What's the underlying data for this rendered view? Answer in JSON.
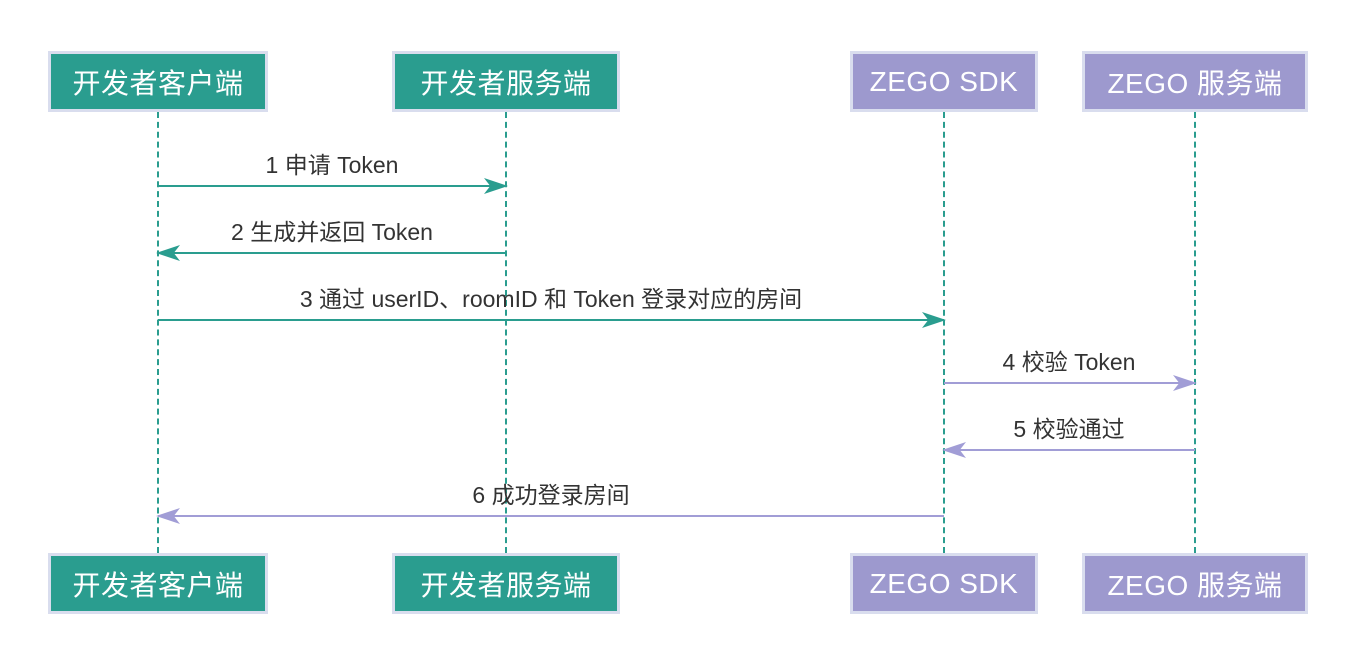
{
  "diagram": {
    "type": "sequence-diagram",
    "background": "#ffffff"
  },
  "colors": {
    "actor_green_bg": "#2a9d8f",
    "actor_purple_bg": "#9d99ce",
    "actor_border": "#d9ddee",
    "actor_text": "#ffffff",
    "lifeline_green": "#2a9d8f",
    "arrow_green": "#2a9d8f",
    "arrow_purple": "#a19dd6",
    "message_text": "#333333"
  },
  "actors": [
    {
      "id": "dev-client",
      "label": "开发者客户端",
      "color": "green"
    },
    {
      "id": "dev-server",
      "label": "开发者服务端",
      "color": "green"
    },
    {
      "id": "zego-sdk",
      "label": "ZEGO SDK",
      "color": "purple"
    },
    {
      "id": "zego-server",
      "label": "ZEGO 服务端",
      "color": "purple"
    }
  ],
  "messages": [
    {
      "seq": 1,
      "label": "1 申请 Token",
      "from": "dev-client",
      "to": "dev-server",
      "direction": "right",
      "color": "green"
    },
    {
      "seq": 2,
      "label": "2 生成并返回 Token",
      "from": "dev-server",
      "to": "dev-client",
      "direction": "left",
      "color": "green"
    },
    {
      "seq": 3,
      "label": "3 通过 userID、roomID 和 Token 登录对应的房间",
      "from": "dev-client",
      "to": "zego-sdk",
      "direction": "right",
      "color": "green"
    },
    {
      "seq": 4,
      "label": "4 校验 Token",
      "from": "zego-sdk",
      "to": "zego-server",
      "direction": "right",
      "color": "purple"
    },
    {
      "seq": 5,
      "label": "5 校验通过",
      "from": "zego-server",
      "to": "zego-sdk",
      "direction": "left",
      "color": "purple"
    },
    {
      "seq": 6,
      "label": "6 成功登录房间",
      "from": "zego-sdk",
      "to": "dev-client",
      "direction": "left",
      "color": "purple"
    }
  ]
}
